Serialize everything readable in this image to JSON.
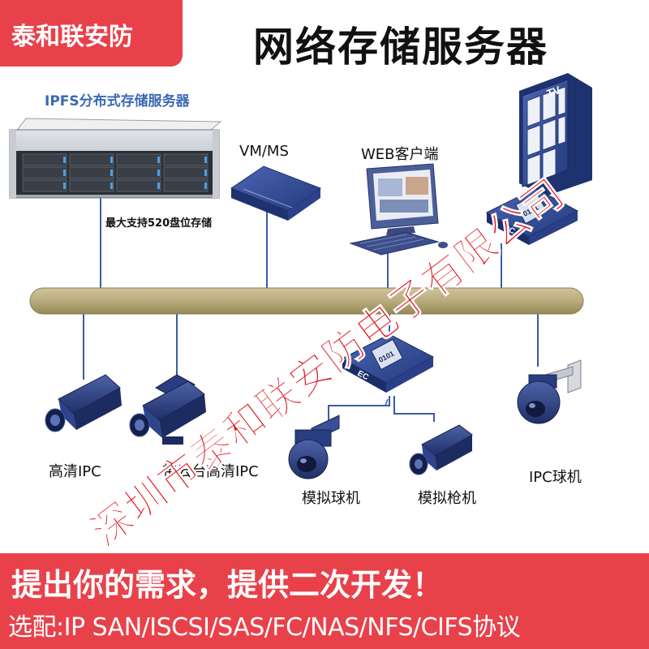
{
  "header": {
    "brand": "泰和联安防",
    "title": "网络存储服务器"
  },
  "nodes": {
    "server": {
      "label": "IPFS分布式存储服务器",
      "caption": "最大支持520盘位存储"
    },
    "vmms": {
      "label": "VM/MS"
    },
    "web_client": {
      "label": "WEB客户端"
    },
    "tv_wall": {
      "screen_label": "TV"
    },
    "decoder": {
      "code": "0101",
      "tag": "DC"
    },
    "encoder": {
      "code": "0101",
      "tag": "EC"
    },
    "hd_ipc": {
      "label": "高清IPC"
    },
    "ptz_hd_ipc": {
      "label": "带云台高清IPC"
    },
    "analog_dome": {
      "label": "模拟球机"
    },
    "analog_bullet": {
      "label": "模拟枪机"
    },
    "ipc_dome": {
      "label": "IPC球机"
    }
  },
  "watermark": "深圳市泰和联安防电子有限公司",
  "footer": {
    "line1": "提出你的需求，提供二次开发！",
    "line2": "选配:IP SAN/ISCSI/SAS/FC/NAS/NFS/CIFS协议"
  },
  "colors": {
    "brand_red": "#e8414a",
    "bus": "#b9ac7d",
    "link": "#3b5ba8",
    "device_blue": "#2f4690",
    "watermark": "#e0141e"
  }
}
